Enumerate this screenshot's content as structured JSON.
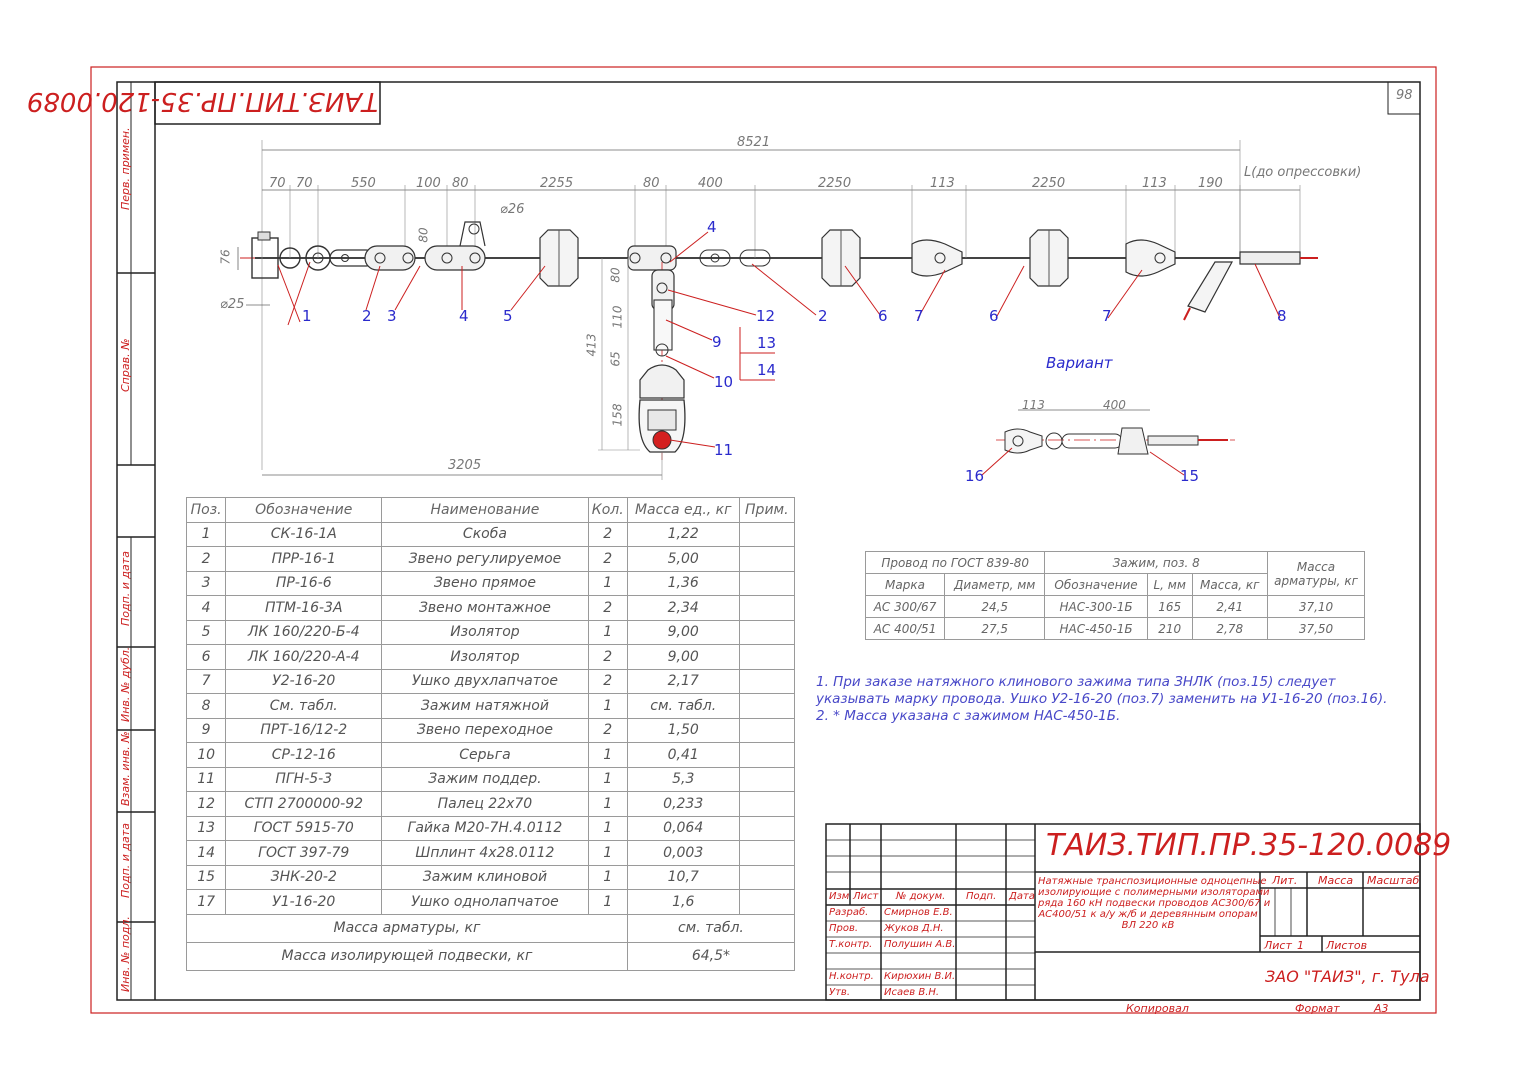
{
  "sheet": {
    "number": "98",
    "code_top": "ТАИЗ.ТИП.ПР.35-120.0089",
    "code_main": "ТАИЗ.ТИП.ПР.35-120.0089",
    "side_labels": [
      "Перв. примен.",
      "Справ. №",
      "Подп. и дата",
      "Инв. № дубл.",
      "Взам. инв. №",
      "Подп. и дата",
      "Инв. № подл."
    ]
  },
  "drawing": {
    "overall_dim": "8521",
    "top_dims": [
      "70",
      "70",
      "550",
      "100",
      "80",
      "2255",
      "80",
      "400",
      "2250",
      "113",
      "2250",
      "113",
      "190"
    ],
    "l_label": "L(до опрессовки)",
    "diam_26": "⌀26",
    "diam_25": "⌀25",
    "dim_76": "76",
    "dim_80a": "80",
    "dim_80b": "80",
    "dim_110": "110",
    "dim_65": "65",
    "dim_413": "413",
    "dim_158": "158",
    "dim_3205": "3205",
    "callouts": [
      "1",
      "2",
      "3",
      "4",
      "5",
      "4",
      "12",
      "2",
      "6",
      "7",
      "6",
      "7",
      "8",
      "9",
      "13",
      "14",
      "10",
      "11"
    ],
    "variant_title": "Вариант",
    "variant_dims": [
      "113",
      "400"
    ],
    "variant_callouts": [
      "16",
      "15"
    ]
  },
  "parts_table": {
    "headers": [
      "Поз.",
      "Обозначение",
      "Наименование",
      "Кол.",
      "Масса ед., кг",
      "Прим."
    ],
    "rows": [
      [
        "1",
        "СК-16-1А",
        "Скоба",
        "2",
        "1,22",
        ""
      ],
      [
        "2",
        "ПРР-16-1",
        "Звено регулируемое",
        "2",
        "5,00",
        ""
      ],
      [
        "3",
        "ПР-16-6",
        "Звено прямое",
        "1",
        "1,36",
        ""
      ],
      [
        "4",
        "ПТМ-16-3А",
        "Звено монтажное",
        "2",
        "2,34",
        ""
      ],
      [
        "5",
        "ЛК 160/220-Б-4",
        "Изолятор",
        "1",
        "9,00",
        ""
      ],
      [
        "6",
        "ЛК 160/220-А-4",
        "Изолятор",
        "2",
        "9,00",
        ""
      ],
      [
        "7",
        "У2-16-20",
        "Ушко двухлапчатое",
        "2",
        "2,17",
        ""
      ],
      [
        "8",
        "См. табл.",
        "Зажим натяжной",
        "1",
        "см. табл.",
        ""
      ],
      [
        "9",
        "ПРТ-16/12-2",
        "Звено переходное",
        "2",
        "1,50",
        ""
      ],
      [
        "10",
        "СР-12-16",
        "Серьга",
        "1",
        "0,41",
        ""
      ],
      [
        "11",
        "ПГН-5-3",
        "Зажим поддер.",
        "1",
        "5,3",
        ""
      ],
      [
        "12",
        "СТП 2700000-92",
        "Палец 22х70",
        "1",
        "0,233",
        ""
      ],
      [
        "13",
        "ГОСТ 5915-70",
        "Гайка М20-7Н.4.0112",
        "1",
        "0,064",
        ""
      ],
      [
        "14",
        "ГОСТ 397-79",
        "Шплинт 4х28.0112",
        "1",
        "0,003",
        ""
      ],
      [
        "15",
        "ЗНК-20-2",
        "Зажим клиновой",
        "1",
        "10,7",
        ""
      ],
      [
        "17",
        "У1-16-20",
        "Ушко однолапчатое",
        "1",
        "1,6",
        ""
      ]
    ],
    "total_fittings_label": "Масса арматуры, кг",
    "total_fittings_value": "см. табл.",
    "total_insul_label": "Масса изолирующей подвески, кг",
    "total_insul_value": "64,5*"
  },
  "wire_table": {
    "h_wire": "Провод по ГОСТ 839-80",
    "h_clamp": "Зажим, поз. 8",
    "h_mass": "Масса арматуры, кг",
    "h_brand": "Марка",
    "h_diam": "Диаметр, мм",
    "h_desig": "Обозначение",
    "h_len": "L, мм",
    "h_cmass": "Масса, кг",
    "rows": [
      [
        "АС 300/67",
        "24,5",
        "НАС-300-1Б",
        "165",
        "2,41",
        "37,10"
      ],
      [
        "АС 400/51",
        "27,5",
        "НАС-450-1Б",
        "210",
        "2,78",
        "37,50"
      ]
    ]
  },
  "notes": [
    "1. При заказе натяжного клинового зажима типа ЗНЛК (поз.15) следует",
    "указывать марку провода. Ушко У2-16-20 (поз.7) заменить на У1-16-20 (поз.16).",
    "2. * Масса указана с зажимом НАС-450-1Б."
  ],
  "title_block": {
    "description": [
      "Натяжные транспозиционные одноцепные",
      "изолирующие с полимерными изоляторами",
      "ряда 160 кН подвески проводов АС300/67 и",
      "АС400/51 к а/у ж/б и деревянным опорам",
      "ВЛ 220 кВ"
    ],
    "col_izm": "Изм",
    "col_list": "Лист",
    "col_doc": "№ докум.",
    "col_podp": "Подп.",
    "col_data": "Дата",
    "roles": [
      [
        "Разраб.",
        "Смирнов Е.В."
      ],
      [
        "Пров.",
        "Жуков Д.Н."
      ],
      [
        "Т.контр.",
        "Полушин А.В."
      ],
      [
        "Н.контр.",
        "Кирюхин В.И."
      ],
      [
        "Утв.",
        "Исаев В.Н."
      ]
    ],
    "lit": "Лит.",
    "mass": "Масса",
    "scale": "Масштаб",
    "sheet_label": "Лист",
    "sheet_value": "1",
    "sheets_label": "Листов",
    "company": "ЗАО \"ТАИЗ\", г. Тула",
    "copied": "Копировал",
    "format_label": "Формат",
    "format_value": "А3"
  },
  "colors": {
    "frame": "#cc1f1f",
    "blue": "#2a2acc",
    "gray": "#777777"
  }
}
